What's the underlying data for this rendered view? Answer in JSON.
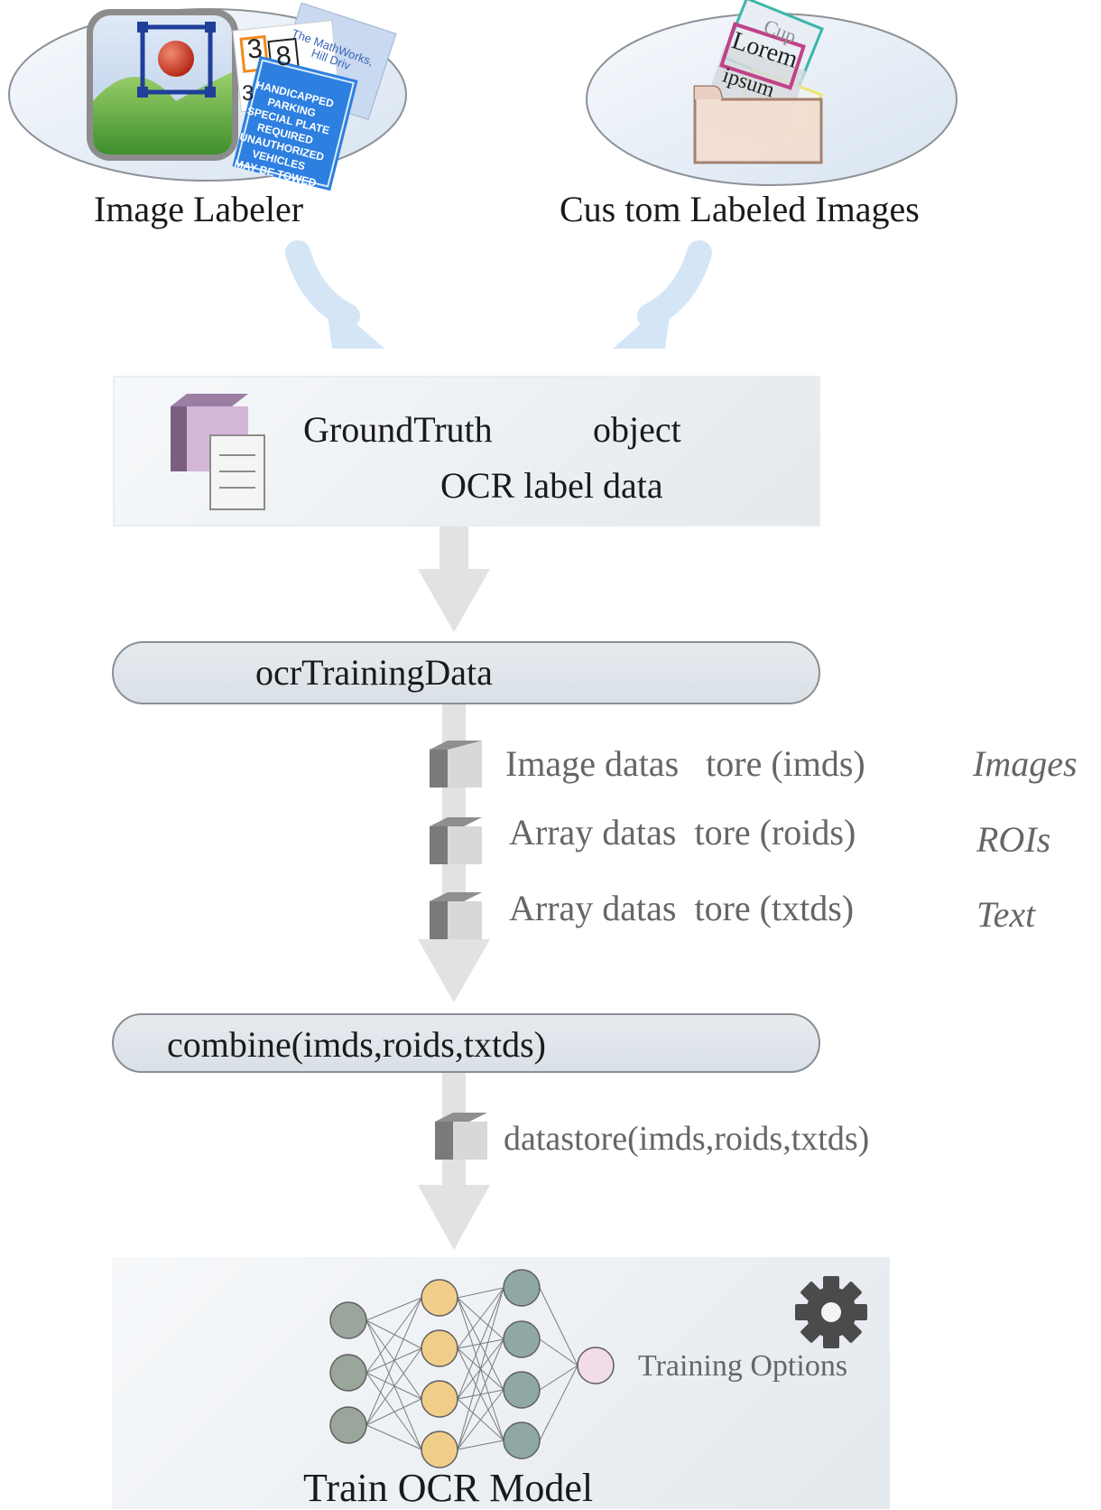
{
  "sources": {
    "image_labeler": {
      "label": "Image Labeler",
      "sign_text": [
        "The MathWorks,",
        "Hill Driv",
        "HANDICAPPED",
        "PARKING",
        "SPECIAL PLATE",
        "REQUIRED",
        "UNAUTHORIZED",
        "VEHICLES",
        "MAY BE TOWED"
      ],
      "digits": [
        "3",
        "8",
        "3"
      ]
    },
    "custom_images": {
      "label": "Cus tom Labeled Images",
      "card_words": [
        "Lorem",
        "ipsum",
        "Cup"
      ]
    }
  },
  "groundtruth": {
    "title": "GroundTruth",
    "object_word": "object",
    "subtitle": "OCR label data"
  },
  "ocr_training_data": {
    "label": "ocrTrainingData",
    "outputs": [
      {
        "label": "Image datas   tore (imds)",
        "type": "Images"
      },
      {
        "label": "Array datas  tore (roids)",
        "type": "ROIs"
      },
      {
        "label": "Array datas  tore (txtds)",
        "type": "Text"
      }
    ]
  },
  "combine": {
    "label": "combine(imds,roids,txtds)",
    "output": "datastore(imds,roids,txtds)"
  },
  "train": {
    "title": "Train OCR Model",
    "options_label": "Training Options",
    "icon": "gear-icon"
  },
  "colors": {
    "arrow_light_blue": "#d4e6f6",
    "arrow_grey": "#e2e2e2",
    "pill_border": "#8a8f94",
    "node_grey": "#9aa59c",
    "node_yellow": "#f1cd8a",
    "node_teal": "#8fa8a6",
    "node_pink": "#f2dcea"
  }
}
